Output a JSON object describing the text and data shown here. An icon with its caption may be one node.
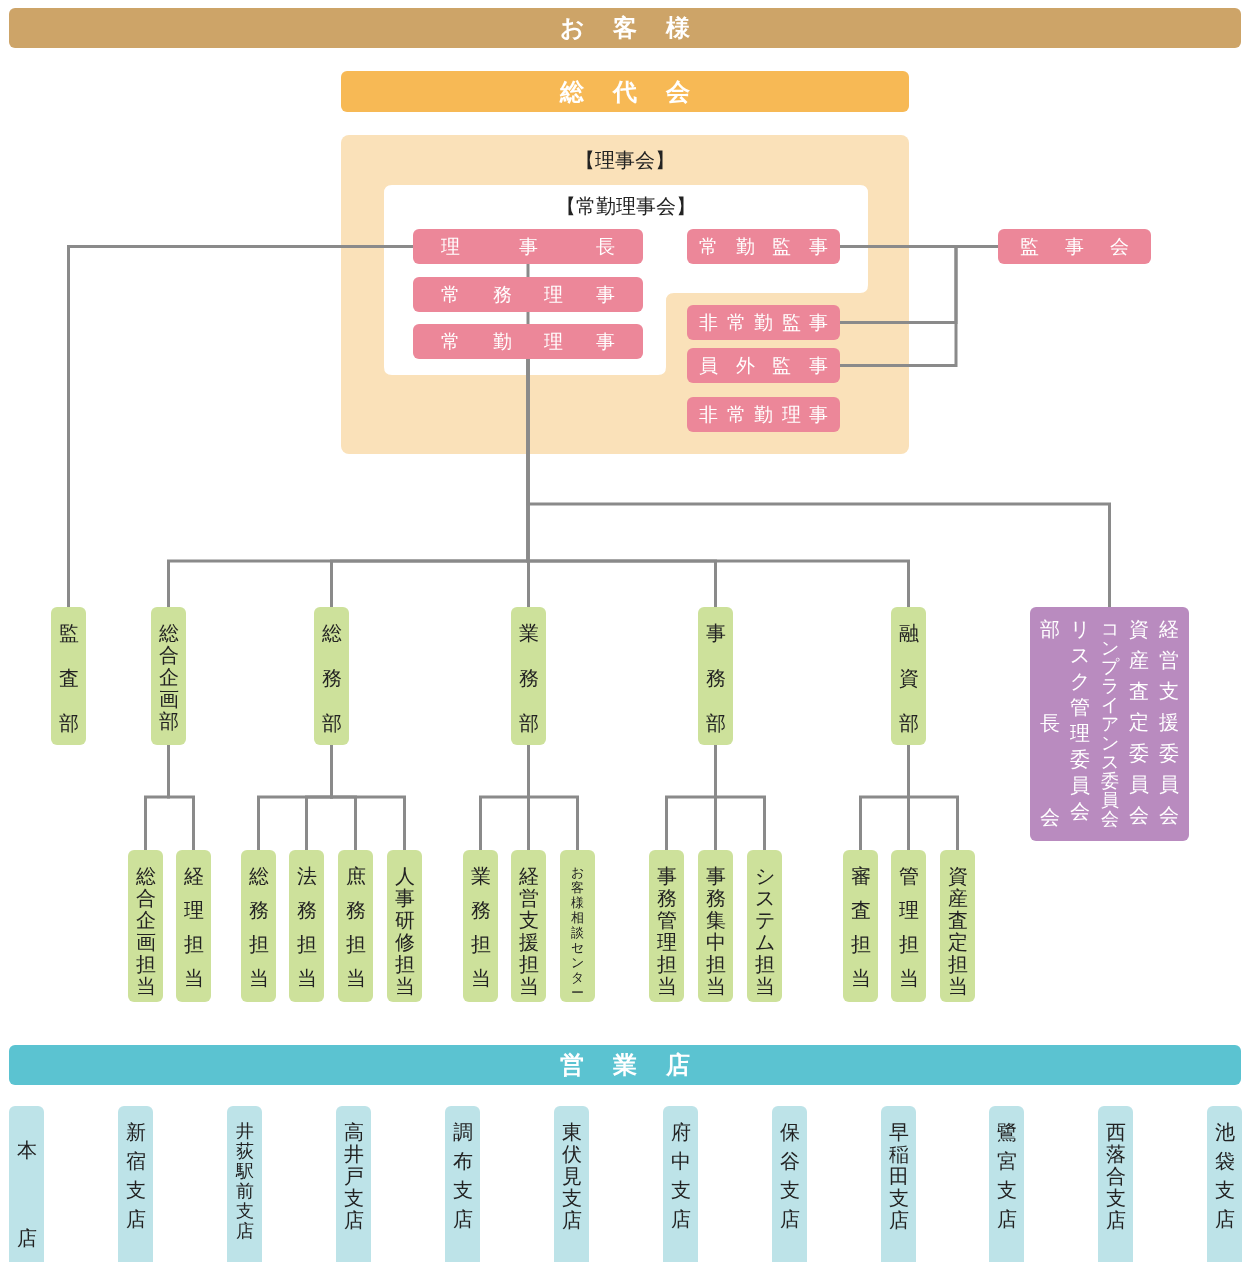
{
  "diagram": {
    "nodes": [
      {
        "text": [
          "お客様"
        ]
      },
      {
        "text": [
          "総代会"
        ]
      },
      {
        "text": [
          "【理事会】"
        ]
      },
      {
        "text": [
          "【常勤理事会】"
        ],
        "in": 2
      },
      {
        "text": [
          "理事長"
        ],
        "in": 3
      },
      {
        "text": [
          "常務理事"
        ],
        "in": 3
      },
      {
        "text": [
          "常勤理事"
        ],
        "in": 3
      },
      {
        "text": [
          "常勤監事"
        ],
        "in": 3
      },
      {
        "text": [
          "非常勤監事"
        ],
        "in": 2
      },
      {
        "text": [
          "員外監事"
        ],
        "in": 2
      },
      {
        "text": [
          "非常勤理事"
        ],
        "in": 2
      },
      {
        "text": [
          "監事会"
        ]
      },
      {
        "text": [
          "監査部"
        ]
      },
      {
        "text": [
          "総合企画部"
        ]
      },
      {
        "text": [
          "総務部"
        ]
      },
      {
        "text": [
          "業務部"
        ]
      },
      {
        "text": [
          "事務部"
        ]
      },
      {
        "text": [
          "融資部"
        ]
      },
      {
        "text": [
          "経営支援委員会",
          "資産査定委員会",
          "コンプライアンス委員会",
          "リスク管理委員会",
          "部長会"
        ]
      },
      {
        "text": [
          "総合企画担当"
        ]
      },
      {
        "text": [
          "経理担当"
        ]
      },
      {
        "text": [
          "総務担当"
        ]
      },
      {
        "text": [
          "法務担当"
        ]
      },
      {
        "text": [
          "庶務担当"
        ]
      },
      {
        "text": [
          "人事研修担当"
        ]
      },
      {
        "text": [
          "業務担当"
        ]
      },
      {
        "text": [
          "経営支援担当"
        ]
      },
      {
        "text": [
          "お客様相談センター"
        ]
      },
      {
        "text": [
          "事務管理担当"
        ]
      },
      {
        "text": [
          "事務集中担当"
        ]
      },
      {
        "text": [
          "システム担当"
        ]
      },
      {
        "text": [
          "審査担当"
        ]
      },
      {
        "text": [
          "管理担当"
        ]
      },
      {
        "text": [
          "資産査定担当"
        ]
      },
      {
        "text": [
          "営業店"
        ]
      },
      {
        "text": [
          "本店"
        ]
      },
      {
        "text": [
          "新宿支店"
        ]
      },
      {
        "text": [
          "井荻駅前支店"
        ]
      },
      {
        "text": [
          "高井戸支店"
        ]
      },
      {
        "text": [
          "調布支店"
        ]
      },
      {
        "text": [
          "東伏見支店"
        ]
      },
      {
        "text": [
          "府中支店"
        ]
      },
      {
        "text": [
          "保谷支店"
        ]
      },
      {
        "text": [
          "早稲田支店"
        ]
      },
      {
        "text": [
          "鷺宮支店"
        ]
      },
      {
        "text": [
          "西落合支店"
        ]
      },
      {
        "text": [
          "池袋支店"
        ]
      }
    ],
    "edges": [
      {
        "from": 4,
        "to": 12,
        "arrow": "none"
      },
      {
        "from": 7,
        "to": 11,
        "arrow": "none"
      },
      {
        "from": 8,
        "to": 11,
        "arrow": "none"
      },
      {
        "from": 9,
        "to": 11,
        "arrow": "none"
      },
      {
        "from": 4,
        "to": 5,
        "arrow": "none"
      },
      {
        "from": 5,
        "to": 6,
        "arrow": "none"
      },
      {
        "from": 6,
        "to": 13,
        "arrow": "none"
      },
      {
        "from": 6,
        "to": 14,
        "arrow": "none"
      },
      {
        "from": 6,
        "to": 15,
        "arrow": "none"
      },
      {
        "from": 6,
        "to": 16,
        "arrow": "none"
      },
      {
        "from": 6,
        "to": 17,
        "arrow": "none"
      },
      {
        "from": 6,
        "to": 18,
        "arrow": "none"
      },
      {
        "from": 13,
        "to": 19,
        "arrow": "none"
      },
      {
        "from": 13,
        "to": 20,
        "arrow": "none"
      },
      {
        "from": 14,
        "to": 21,
        "arrow": "none"
      },
      {
        "from": 14,
        "to": 22,
        "arrow": "none"
      },
      {
        "from": 14,
        "to": 23,
        "arrow": "none"
      },
      {
        "from": 14,
        "to": 24,
        "arrow": "none"
      },
      {
        "from": 15,
        "to": 25,
        "arrow": "none"
      },
      {
        "from": 15,
        "to": 26,
        "arrow": "none"
      },
      {
        "from": 15,
        "to": 27,
        "arrow": "none"
      },
      {
        "from": 16,
        "to": 28,
        "arrow": "none"
      },
      {
        "from": 16,
        "to": 29,
        "arrow": "none"
      },
      {
        "from": 16,
        "to": 30,
        "arrow": "none"
      },
      {
        "from": 17,
        "to": 31,
        "arrow": "none"
      },
      {
        "from": 17,
        "to": 32,
        "arrow": "none"
      },
      {
        "from": 17,
        "to": 33,
        "arrow": "none"
      }
    ]
  }
}
